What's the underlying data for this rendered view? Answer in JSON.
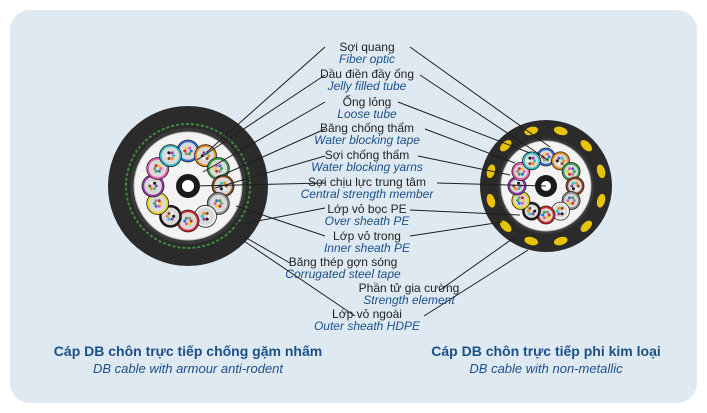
{
  "colors": {
    "panel_bg": "#dfe9f2",
    "label_blue": "#1b4f8a",
    "outer_sheath": "#2b2b2b",
    "armour": "#3d8a3d",
    "strength_element": "#e8c400",
    "tube_colors": [
      "#2f6fd6",
      "#f08a1a",
      "#3aa24a",
      "#8a4a1e",
      "#8c8c8c",
      "#f4f4f4",
      "#d8262a",
      "#1a1a1a",
      "#e8d41a",
      "#8e3aa8",
      "#e85aa8",
      "#2ec0c8"
    ]
  },
  "labels": [
    {
      "vi": "Sợi quang",
      "en": "Fiber optic"
    },
    {
      "vi": "Dầu điền đầy ống",
      "en": "Jelly filled tube"
    },
    {
      "vi": "Ống lỏng",
      "en": "Loose tube"
    },
    {
      "vi": "Băng chống thấm",
      "en": "Water blocking tape"
    },
    {
      "vi": "Sợi chống thấm",
      "en": "Water blocking yarns"
    },
    {
      "vi": "Sợi chịu lực trung tâm",
      "en": "Central strength member"
    },
    {
      "vi": "Lớp vỏ bọc PE",
      "en": "Over sheath PE"
    },
    {
      "vi": "Lớp vỏ trong",
      "en": "Inner sheath PE"
    },
    {
      "vi": "Băng thép gợn sóng",
      "en": "Corrugated steel tape"
    },
    {
      "vi": "Phần tử gia cường",
      "en": "Strength element"
    },
    {
      "vi": "Lớp vỏ ngoài",
      "en": "Outer sheath HDPE"
    }
  ],
  "captions": {
    "left_vi": "Cáp DB chôn trực tiếp chống gặm nhấm",
    "left_en": "DB cable with armour anti-rodent",
    "right_vi": "Cáp DB chôn trực tiếp phi kim loại",
    "right_en": "DB cable with non-metallic"
  }
}
